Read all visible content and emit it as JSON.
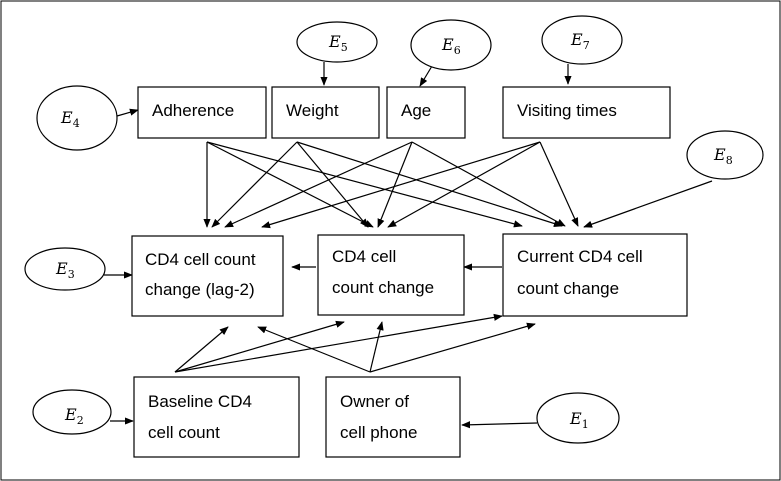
{
  "nodes": {
    "adherence": {
      "lines": [
        "Adherence"
      ]
    },
    "weight": {
      "lines": [
        "Weight"
      ]
    },
    "age": {
      "lines": [
        "Age"
      ]
    },
    "visiting_times": {
      "lines": [
        "Visiting times"
      ]
    },
    "cd4_lag2": {
      "lines": [
        "CD4 cell count",
        "change (lag-2)"
      ]
    },
    "cd4_change": {
      "lines": [
        "CD4 cell",
        "count change"
      ]
    },
    "current_cd4": {
      "lines": [
        "Current CD4 cell",
        "count change"
      ]
    },
    "baseline_cd4": {
      "lines": [
        "Baseline CD4",
        "cell count"
      ]
    },
    "owner_phone": {
      "lines": [
        "Owner of",
        "cell phone"
      ]
    }
  },
  "errors": {
    "e1": {
      "symbol": "E",
      "index": "1"
    },
    "e2": {
      "symbol": "E",
      "index": "2"
    },
    "e3": {
      "symbol": "E",
      "index": "3"
    },
    "e4": {
      "symbol": "E",
      "index": "4"
    },
    "e5": {
      "symbol": "E",
      "index": "5"
    },
    "e6": {
      "symbol": "E",
      "index": "6"
    },
    "e7": {
      "symbol": "E",
      "index": "7"
    },
    "e8": {
      "symbol": "E",
      "index": "8"
    }
  }
}
